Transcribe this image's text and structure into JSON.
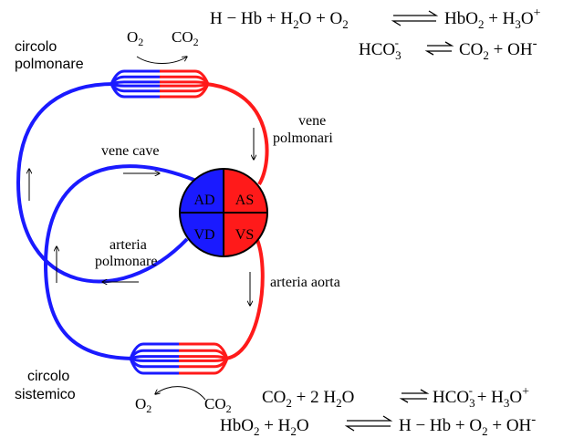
{
  "colors": {
    "venous": "#1a1aff",
    "arterial": "#ff1a1a",
    "outline": "#000000",
    "background": "#ffffff"
  },
  "labels": {
    "pulmonary_circuit": [
      "circolo",
      "polmonare"
    ],
    "systemic_circuit": [
      "circolo",
      "sistemico"
    ],
    "pulmonary_veins": [
      "vene",
      "polmonari"
    ],
    "venae_cavae": "vene cave",
    "pulmonary_artery": [
      "arteria",
      "polmonare"
    ],
    "aorta": "arteria aorta"
  },
  "heart": {
    "right_atrium": "AD",
    "left_atrium": "AS",
    "right_ventricle": "VD",
    "left_ventricle": "VS"
  },
  "gas_exchange": {
    "lungs": {
      "in": "O",
      "in_sub": "2",
      "out": "CO",
      "out_sub": "2"
    },
    "tissues": {
      "in": "O",
      "in_sub": "2",
      "out": "CO",
      "out_sub": "2"
    }
  },
  "equations": {
    "top_1": {
      "a": "H − Hb + H",
      "a_sub": "2",
      "b": "O + O",
      "b_sub": "2",
      "c": "HbO",
      "c_sub": "2",
      "d": " + H",
      "d_sub": "3",
      "e": "O",
      "e_sup": "+"
    },
    "top_2": {
      "a": "HCO",
      "a_sub": "3",
      "a_sup": "-",
      "b": "CO",
      "b_sub": "2",
      "c": " +  OH",
      "c_sup": "-"
    },
    "bottom_1": {
      "a": "CO",
      "a_sub": "2",
      "b": " +  2 H",
      "b_sub": "2",
      "c": "O",
      "d": "HCO",
      "d_sub": "3",
      "d_sup": "-",
      "e": " +  H",
      "e_sub": "3",
      "f": "O",
      "f_sup": "+"
    },
    "bottom_2": {
      "a": "HbO",
      "a_sub": "2",
      "b": " + H",
      "b_sub": "2",
      "c": "O",
      "d": "H − Hb + O",
      "d_sub": "2",
      "e": " + OH",
      "e_sup": "-"
    }
  }
}
